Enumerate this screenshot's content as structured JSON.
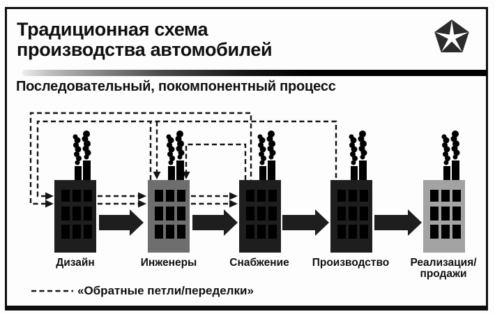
{
  "header": {
    "title": "Традиционная схема\nпроизводства автомобилей",
    "subtitle": "Последовательный, покомпонентный процесс",
    "logo_icon": "chrysler-pentastar-icon"
  },
  "diagram": {
    "stages": [
      {
        "label": "Дизайн",
        "building_shade": "#1e1e1e"
      },
      {
        "label": "Инженеры",
        "building_shade": "#6e6e6e"
      },
      {
        "label": "Снабжение",
        "building_shade": "#1e1e1e"
      },
      {
        "label": "Производство",
        "building_shade": "#1e1e1e"
      },
      {
        "label": "Реализация/\nпродажи",
        "building_shade": "#a3a3a3"
      }
    ],
    "flow": {
      "forward_solid_arrows": [
        "Дизайн → Инженеры",
        "Инженеры → Снабжение",
        "Снабжение → Производство",
        "Производство → Реализация/продажи"
      ],
      "dashed_feedback_loops": [
        "Инженеры → Дизайн (петля поверху)",
        "Снабжение → Дизайн (петля поверху)",
        "Снабжение → Инженеры (петля поверху)",
        "Производство → Инженеры (петля поверху)",
        "Дизайн → Инженеры (двойные пунктирные стрелки)",
        "Инженеры → Снабжение (двойные пунктирные стрелки)"
      ]
    }
  },
  "legend": {
    "label": "«Обратные петли/переделки»"
  },
  "colors": {
    "building_dark": "#1e1e1e",
    "building_gray": "#6e6e6e",
    "building_light": "#a3a3a3",
    "window_white": "#ffffff",
    "window_light": "#efefef",
    "smoke_gray": "#8d8d8d",
    "line_black": "#141414"
  }
}
